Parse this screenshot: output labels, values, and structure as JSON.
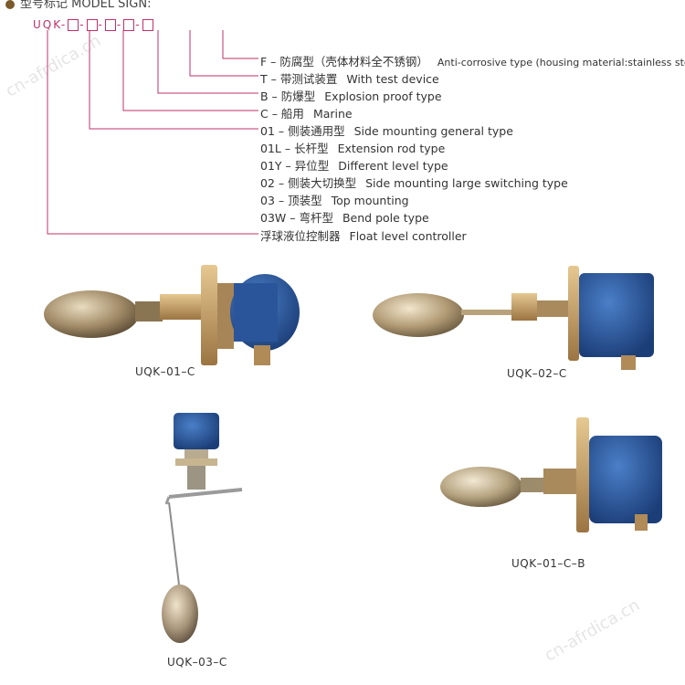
{
  "header": {
    "title": "型号标记 MODEL SIGN:"
  },
  "code": {
    "prefix": "UQK",
    "sep": "-"
  },
  "entries": [
    {
      "code": "F – 防腐型（壳体材料全不锈钢）",
      "en": "Anti-corrosive type (housing material:stainless steel)"
    },
    {
      "code": "T – 带测试装置",
      "en": "With test device"
    },
    {
      "code": "B – 防爆型",
      "en": "Explosion proof type"
    },
    {
      "code": "C – 船用",
      "en": "Marine"
    },
    {
      "code": "01 – 侧装通用型",
      "en": "Side mounting general type"
    },
    {
      "code": "01L – 长杆型",
      "en": "Extension rod type"
    },
    {
      "code": "01Y – 异位型",
      "en": "Different level type"
    },
    {
      "code": "02 – 侧装大切换型",
      "en": "Side mounting large switching type"
    },
    {
      "code": "03 – 顶装型",
      "en": "Top mounting"
    },
    {
      "code": "03W – 弯杆型",
      "en": "Bend pole type"
    },
    {
      "code": "浮球液位控制器",
      "en": "Float level controller"
    }
  ],
  "products": [
    {
      "caption": "UQK–01–C"
    },
    {
      "caption": "UQK–02–C"
    },
    {
      "caption": "UQK–03–C"
    },
    {
      "caption": "UQK–01–C–B"
    }
  ],
  "watermark": "cn-afrdica.cn",
  "colors": {
    "accent": "#c0306a",
    "housing": "#2f5fa8",
    "brass": "#c8a064",
    "steel": "#b9ab8f"
  }
}
